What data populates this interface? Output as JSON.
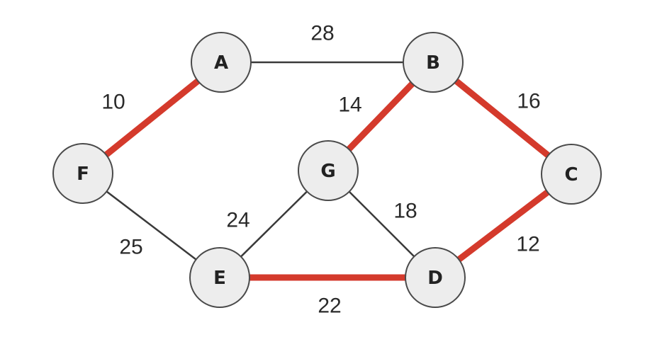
{
  "colors": {
    "highlight": "#d43a2c",
    "normal": "#3a3a3a",
    "node_fill": "#ededed",
    "node_stroke": "#4a4a4a"
  },
  "nodes": [
    {
      "id": "A",
      "label": "A"
    },
    {
      "id": "B",
      "label": "B"
    },
    {
      "id": "C",
      "label": "C"
    },
    {
      "id": "D",
      "label": "D"
    },
    {
      "id": "E",
      "label": "E"
    },
    {
      "id": "F",
      "label": "F"
    },
    {
      "id": "G",
      "label": "G"
    }
  ],
  "edges": [
    {
      "from": "A",
      "to": "B",
      "weight": "28",
      "highlighted": false
    },
    {
      "from": "F",
      "to": "A",
      "weight": "10",
      "highlighted": true
    },
    {
      "from": "B",
      "to": "G",
      "weight": "14",
      "highlighted": true
    },
    {
      "from": "B",
      "to": "C",
      "weight": "16",
      "highlighted": true
    },
    {
      "from": "F",
      "to": "E",
      "weight": "25",
      "highlighted": false
    },
    {
      "from": "E",
      "to": "G",
      "weight": "24",
      "highlighted": false
    },
    {
      "from": "G",
      "to": "D",
      "weight": "18",
      "highlighted": false
    },
    {
      "from": "E",
      "to": "D",
      "weight": "22",
      "highlighted": true
    },
    {
      "from": "C",
      "to": "D",
      "weight": "12",
      "highlighted": true
    }
  ]
}
